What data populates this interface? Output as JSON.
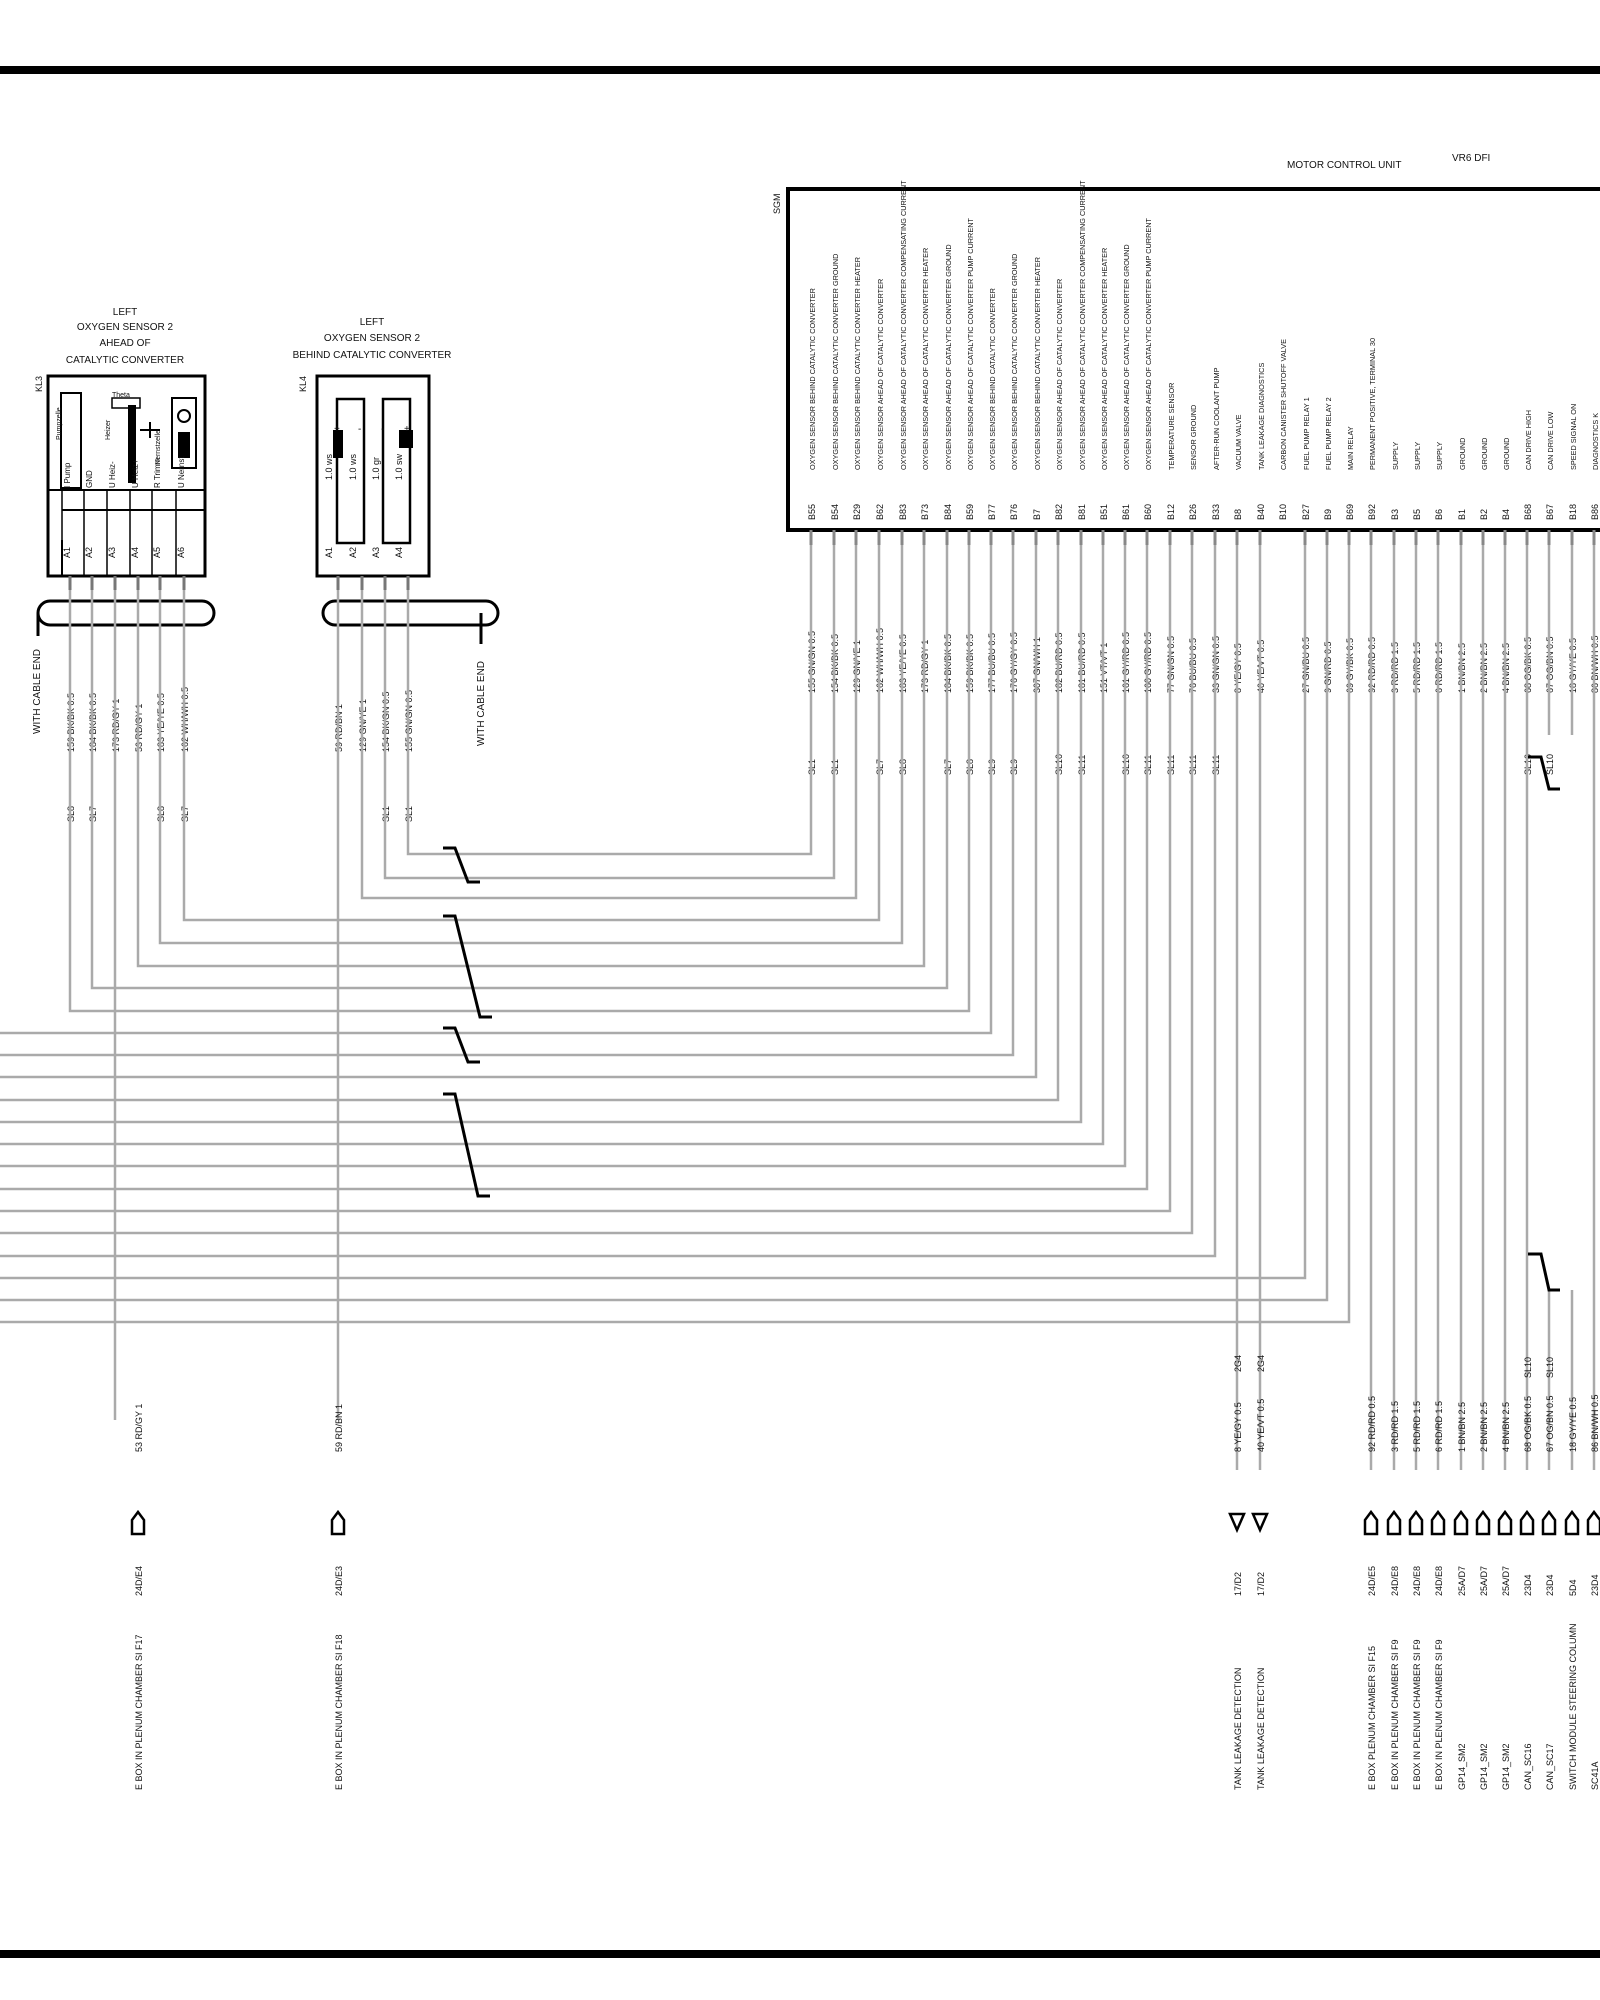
{
  "unit": {
    "title": "MOTOR CONTROL UNIT",
    "model": "VR6 DFI",
    "ref": "SGM",
    "pins": [
      {
        "pin": "B55",
        "label": "OXYGEN SENSOR BEHIND CATALYTIC CONVERTER",
        "wire": "155 GN/GN 0.5",
        "line": "SL1",
        "dest": ""
      },
      {
        "pin": "B54",
        "label": "OXYGEN SENSOR BEHIND CATALYTIC CONVERTER GROUND",
        "wire": "154 BK/BK 0.5",
        "line": "SL1",
        "dest": ""
      },
      {
        "pin": "B29",
        "label": "OXYGEN SENSOR BEHIND CATALYTIC CONVERTER HEATER",
        "wire": "129 GN/YE 1",
        "line": "",
        "dest": ""
      },
      {
        "pin": "B62",
        "label": "OXYGEN SENSOR AHEAD OF CATALYTIC CONVERTER",
        "wire": "162 WH/WH 0.5",
        "line": "SL7",
        "dest": ""
      },
      {
        "pin": "B83",
        "label": "OXYGEN SENSOR AHEAD OF CATALYTIC CONVERTER COMPENSATING CURRENT",
        "wire": "183 YE/YE 0.5",
        "line": "SL8",
        "dest": ""
      },
      {
        "pin": "B73",
        "label": "OXYGEN SENSOR AHEAD OF CATALYTIC CONVERTER HEATER",
        "wire": "173 RD/GY 1",
        "line": "",
        "dest": ""
      },
      {
        "pin": "B84",
        "label": "OXYGEN SENSOR AHEAD OF CATALYTIC CONVERTER GROUND",
        "wire": "184 BK/BK 0.5",
        "line": "SL7",
        "dest": ""
      },
      {
        "pin": "B59",
        "label": "OXYGEN SENSOR AHEAD OF CATALYTIC CONVERTER PUMP CURRENT",
        "wire": "159 BK/BK 0.5",
        "line": "SL8",
        "dest": ""
      },
      {
        "pin": "B77",
        "label": "OXYGEN SENSOR BEHIND CATALYTIC CONVERTER",
        "wire": "177 BU/BU 0.5",
        "line": "SL9",
        "dest": ""
      },
      {
        "pin": "B76",
        "label": "OXYGEN SENSOR BEHIND CATALYTIC CONVERTER GROUND",
        "wire": "176 GY/GY 0.5",
        "line": "SL9",
        "dest": ""
      },
      {
        "pin": "B7",
        "label": "OXYGEN SENSOR BEHIND CATALYTIC CONVERTER HEATER",
        "wire": "307 GN/WH 1",
        "line": "",
        "dest": ""
      },
      {
        "pin": "B82",
        "label": "OXYGEN SENSOR AHEAD OF CATALYTIC CONVERTER",
        "wire": "182 BU/RD 0.5",
        "line": "SL10",
        "dest": ""
      },
      {
        "pin": "B81",
        "label": "OXYGEN SENSOR AHEAD OF CATALYTIC CONVERTER COMPENSATING CURRENT",
        "wire": "181 BU/RD 0.5",
        "line": "SL11",
        "dest": ""
      },
      {
        "pin": "B51",
        "label": "OXYGEN SENSOR AHEAD OF CATALYTIC CONVERTER HEATER",
        "wire": "151 VT/VT 1",
        "line": "",
        "dest": ""
      },
      {
        "pin": "B61",
        "label": "OXYGEN SENSOR AHEAD OF CATALYTIC CONVERTER GROUND",
        "wire": "161 GY/RD 0.5",
        "line": "SL10",
        "dest": ""
      },
      {
        "pin": "B60",
        "label": "OXYGEN SENSOR AHEAD OF CATALYTIC CONVERTER PUMP CURRENT",
        "wire": "160 GY/RD 0.5",
        "line": "SL11",
        "dest": ""
      },
      {
        "pin": "B12",
        "label": "TEMPERATURE SENSOR",
        "wire": "77 GN/GN 0.5",
        "line": "SL11",
        "dest": ""
      },
      {
        "pin": "B26",
        "label": "SENSOR GROUND",
        "wire": "76 BU/BU 0.5",
        "line": "SL11",
        "dest": ""
      },
      {
        "pin": "B33",
        "label": "AFTER-RUN COOLANT PUMP",
        "wire": "33 GN/GN 0.5",
        "line": "SL11",
        "dest": ""
      },
      {
        "pin": "B8",
        "label": "VACUUM VALVE",
        "wire": "8 YE/GY 0.5",
        "line": "",
        "dest": ""
      },
      {
        "pin": "B40",
        "label": "TANK LEAKAGE DIAGNOSTICS",
        "wire": "40 YE/VT 0.5",
        "line": "",
        "dest": ""
      },
      {
        "pin": "B10",
        "label": "CARBON CANISTER SHUTOFF VALVE",
        "wire": "",
        "line": "",
        "dest": ""
      },
      {
        "pin": "B27",
        "label": "FUEL PUMP RELAY 1",
        "wire": "27 GN/BU 0.5",
        "line": "",
        "dest": ""
      },
      {
        "pin": "B9",
        "label": "FUEL PUMP RELAY 2",
        "wire": "9 GN/RD 0.5",
        "line": "",
        "dest": ""
      },
      {
        "pin": "B69",
        "label": "MAIN RELAY",
        "wire": "69 GY/BK 0.5",
        "line": "",
        "dest": ""
      },
      {
        "pin": "B92",
        "label": "PERMANENT POSITIVE, TERMINAL 30",
        "wire": "92 RD/RD 0.5",
        "line": "",
        "dest": ""
      },
      {
        "pin": "B3",
        "label": "SUPPLY",
        "wire": "3 RD/RD 1.5",
        "line": "",
        "dest": ""
      },
      {
        "pin": "B5",
        "label": "SUPPLY",
        "wire": "5 RD/RD 1.5",
        "line": "",
        "dest": ""
      },
      {
        "pin": "B6",
        "label": "SUPPLY",
        "wire": "6 RD/RD 1.5",
        "line": "",
        "dest": ""
      },
      {
        "pin": "B1",
        "label": "GROUND",
        "wire": "1 BN/BN 2.5",
        "line": "",
        "dest": ""
      },
      {
        "pin": "B2",
        "label": "GROUND",
        "wire": "2 BN/BN 2.5",
        "line": "",
        "dest": ""
      },
      {
        "pin": "B4",
        "label": "GROUND",
        "wire": "4 BN/BN 2.5",
        "line": "",
        "dest": ""
      },
      {
        "pin": "B68",
        "label": "CAN DRIVE HIGH",
        "wire": "68 OG/BK 0.5",
        "line": "SL10",
        "dest": ""
      },
      {
        "pin": "B67",
        "label": "CAN DRIVE LOW",
        "wire": "67 OG/BN 0.5",
        "line": "SL10",
        "dest": ""
      },
      {
        "pin": "B18",
        "label": "SPEED SIGNAL ON",
        "wire": "18 GY/YE 0.5",
        "line": "",
        "dest": ""
      },
      {
        "pin": "B86",
        "label": "DIAGNOSTICS K",
        "wire": "86 BN/WH 0.5",
        "line": "",
        "dest": ""
      }
    ]
  },
  "left_sensor_ahead": {
    "ref": "KL3",
    "title_lines": [
      "LEFT",
      "OXYGEN SENSOR 2",
      "AHEAD OF",
      "CATALYTIC CONVERTER"
    ],
    "cell_labels": [
      "Pumpzelle",
      "Theta",
      "Heizer",
      "Nernstzelle"
    ],
    "pins": [
      {
        "pin": "A1",
        "signal": "I Pump",
        "wire": "159 BK/BK 0.5",
        "line": "SL8"
      },
      {
        "pin": "A2",
        "signal": "GND",
        "wire": "184 BK/BK 0.5",
        "line": "SL7"
      },
      {
        "pin": "A3",
        "signal": "U Heiz-",
        "wire": "173 RD/GY 1",
        "line": ""
      },
      {
        "pin": "A4",
        "signal": "U Heiz+",
        "wire": "53 RD/GY 1",
        "line": ""
      },
      {
        "pin": "A5",
        "signal": "R Trimm",
        "wire": "183 YE/YE 0.5",
        "line": "SL8"
      },
      {
        "pin": "A6",
        "signal": "U Nernst",
        "wire": "162 WH/WH 0.5",
        "line": "SL7"
      }
    ],
    "cable_end": "WITH CABLE END"
  },
  "left_sensor_behind": {
    "ref": "KL4",
    "title_lines": [
      "LEFT",
      "OXYGEN SENSOR 2",
      "BEHIND CATALYTIC CONVERTER"
    ],
    "pins": [
      {
        "pin": "A1",
        "signal": "1.0 ws",
        "mark": "+",
        "wire": "59 RD/BN 1",
        "line": ""
      },
      {
        "pin": "A2",
        "signal": "1.0 ws",
        "mark": "-",
        "wire": "129 GN/YE 1",
        "line": ""
      },
      {
        "pin": "A3",
        "signal": "1.0 gr",
        "mark": "-",
        "wire": "154 BK/GN 0.5",
        "line": "SL1"
      },
      {
        "pin": "A4",
        "signal": "1.0 sw",
        "mark": "+",
        "wire": "155 GN/GN 0.5",
        "line": "SL1"
      }
    ],
    "cable_end": "WITH CABLE END"
  },
  "bottom_left": [
    {
      "wire": "53 RD/GY 1",
      "code": "24D/E4",
      "dest": "E BOX IN PLENUM CHAMBER SI F17"
    },
    {
      "wire": "59 RD/BN 1",
      "code": "24D/E3",
      "dest": "E BOX IN PLENUM CHAMBER SI F18"
    }
  ],
  "bottom_right": [
    {
      "wire": "8 YE/GY 0.5",
      "code": "17/D2",
      "dest": "TANK LEAKAGE DETECTION",
      "ref": "2G4"
    },
    {
      "wire": "40 YE/VT 0.5",
      "code": "17/D2",
      "dest": "TANK LEAKAGE DETECTION",
      "ref": "2G4"
    },
    {
      "wire": "92 RD/RD 0.5",
      "code": "24D/E5",
      "dest": "E BOX PLENUM CHAMBER SI F15"
    },
    {
      "wire": "3 RD/RD 1.5",
      "code": "24D/E8",
      "dest": "E BOX IN PLENUM CHAMBER SI F9"
    },
    {
      "wire": "5 RD/RD 1.5",
      "code": "24D/E8",
      "dest": "E BOX IN PLENUM CHAMBER SI F9"
    },
    {
      "wire": "6 RD/RD 1.5",
      "code": "24D/E8",
      "dest": "E BOX IN PLENUM CHAMBER SI F9"
    },
    {
      "wire": "1 BN/BN 2.5",
      "code": "25A/D7",
      "dest": "GP14_SM2"
    },
    {
      "wire": "2 BN/BN 2.5",
      "code": "25A/D7",
      "dest": "GP14_SM2"
    },
    {
      "wire": "4 BN/BN 2.5",
      "code": "25A/D7",
      "dest": "GP14_SM2"
    },
    {
      "wire": "68 OG/BK 0.5",
      "code": "23D4",
      "dest": "CAN_SC16",
      "line": "SL10"
    },
    {
      "wire": "67 OG/BN 0.5",
      "code": "23D4",
      "dest": "CAN_SC17",
      "line": "SL10"
    },
    {
      "wire": "18 GY/YE 0.5",
      "code": "5D4",
      "dest": "SWITCH MODULE STEERING COLUMN"
    },
    {
      "wire": "86 BN/WH 0.5",
      "code": "23D4",
      "dest": "SC41A"
    }
  ],
  "colors": {
    "ink": "#111111",
    "wire": "#aaaaaa",
    "border": "#000000"
  }
}
